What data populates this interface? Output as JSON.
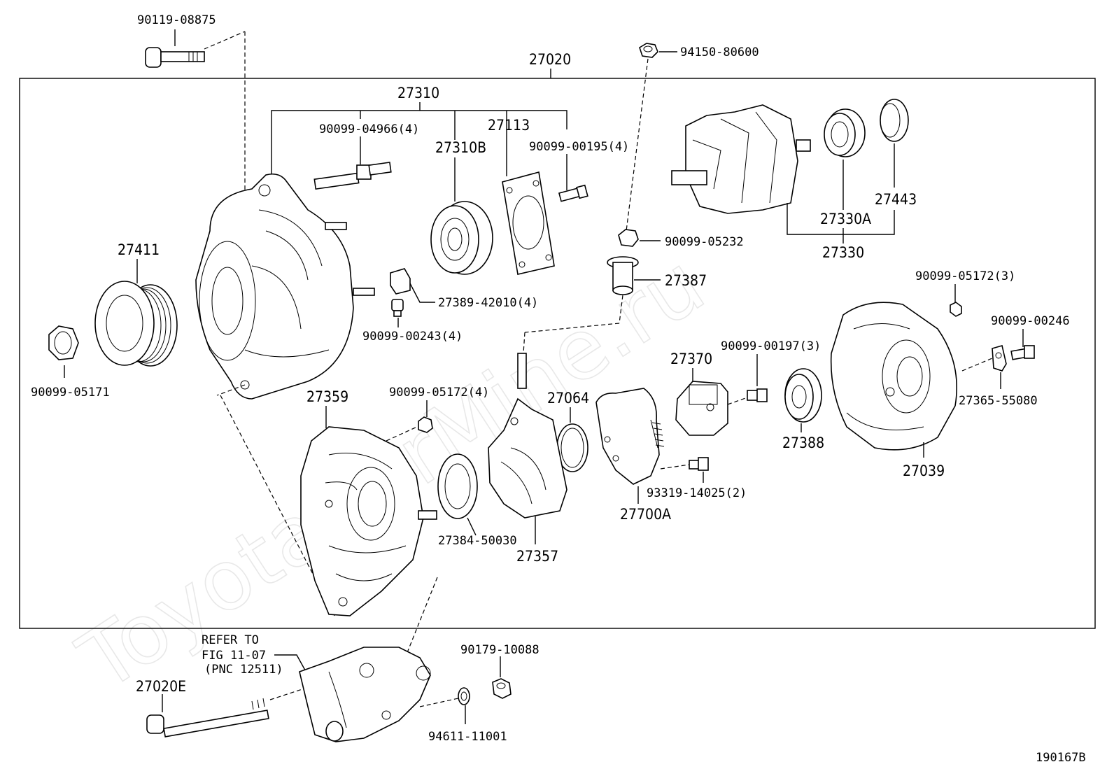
{
  "diagram": {
    "watermark": "ToyotaCarMine.ru",
    "figure_code": "190167B",
    "assembly_code": "27020",
    "refer_note": {
      "line1": "REFER TO",
      "line2": "FIG 11-07",
      "line3": "(PNC 12511)"
    },
    "parts": [
      {
        "id": "p-90119-08875",
        "label": "90119-08875"
      },
      {
        "id": "p-27310",
        "label": "27310"
      },
      {
        "id": "p-90099-04966",
        "label": "90099-04966(4)"
      },
      {
        "id": "p-27113",
        "label": "27113"
      },
      {
        "id": "p-27310B",
        "label": "27310B"
      },
      {
        "id": "p-90099-00195",
        "label": "90099-00195(4)"
      },
      {
        "id": "p-94150-80600",
        "label": "94150-80600"
      },
      {
        "id": "p-27443",
        "label": "27443"
      },
      {
        "id": "p-27330A",
        "label": "27330A"
      },
      {
        "id": "p-27330",
        "label": "27330"
      },
      {
        "id": "p-90099-05232",
        "label": "90099-05232"
      },
      {
        "id": "p-27387",
        "label": "27387"
      },
      {
        "id": "p-27411",
        "label": "27411"
      },
      {
        "id": "p-27389-42010",
        "label": "27389-42010(4)"
      },
      {
        "id": "p-90099-00243",
        "label": "90099-00243(4)"
      },
      {
        "id": "p-90099-05171",
        "label": "90099-05171"
      },
      {
        "id": "p-90099-05172-3",
        "label": "90099-05172(3)"
      },
      {
        "id": "p-90099-00246",
        "label": "90099-00246"
      },
      {
        "id": "p-27370",
        "label": "27370"
      },
      {
        "id": "p-90099-00197",
        "label": "90099-00197(3)"
      },
      {
        "id": "p-27365-55080",
        "label": "27365-55080"
      },
      {
        "id": "p-27359",
        "label": "27359"
      },
      {
        "id": "p-90099-05172-4",
        "label": "90099-05172(4)"
      },
      {
        "id": "p-27064",
        "label": "27064"
      },
      {
        "id": "p-27388",
        "label": "27388"
      },
      {
        "id": "p-27039",
        "label": "27039"
      },
      {
        "id": "p-93319-14025",
        "label": "93319-14025(2)"
      },
      {
        "id": "p-27384-50030",
        "label": "27384-50030"
      },
      {
        "id": "p-27700A",
        "label": "27700A"
      },
      {
        "id": "p-27357",
        "label": "27357"
      },
      {
        "id": "p-90179-10088",
        "label": "90179-10088"
      },
      {
        "id": "p-27020E",
        "label": "27020E"
      },
      {
        "id": "p-94611-11001",
        "label": "94611-11001"
      }
    ]
  }
}
